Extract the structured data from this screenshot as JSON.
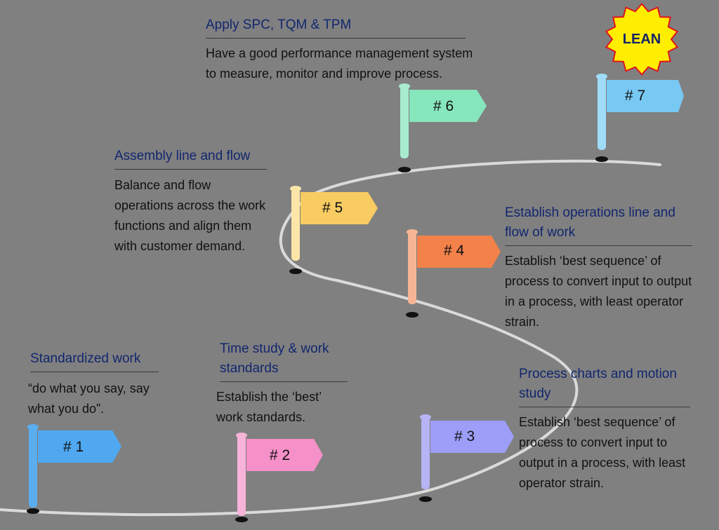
{
  "badge": {
    "text": "LEAN",
    "fill": "#ffee00",
    "stroke": "#e0141e"
  },
  "road_color": "#dadada",
  "steps": [
    {
      "flag_label": "# 1",
      "flag_color": "#4fa8f0",
      "pole_color": "#5aaef0",
      "title_lines": [
        "Standardized work"
      ],
      "desc_lines": [
        "“do what you say, say",
        "what you do”."
      ]
    },
    {
      "flag_label": "# 2",
      "flag_color": "#f690c8",
      "pole_color": "#f7b4d8",
      "title_lines": [
        "Time study & work",
        "standards"
      ],
      "desc_lines": [
        "Establish the ‘best’",
        "work standards."
      ]
    },
    {
      "flag_label": "# 3",
      "flag_color": "#9d9ef8",
      "pole_color": "#b6b4f5",
      "title_lines": [
        "Process charts and motion",
        "study"
      ],
      "desc_lines": [
        "Establish ‘best sequence’ of",
        "process to convert input to",
        "output in a process, with least",
        "operator strain."
      ]
    },
    {
      "flag_label": "# 4",
      "flag_color": "#f2814a",
      "pole_color": "#f7b596",
      "title_lines": [
        "Establish operations line and",
        "flow of work"
      ],
      "desc_lines": [
        "Establish ‘best sequence’ of",
        "process to convert input to output",
        "in a process, with least operator",
        "strain."
      ]
    },
    {
      "flag_label": "# 5",
      "flag_color": "#f8cc62",
      "pole_color": "#fbe6a8",
      "title_lines": [
        "Assembly line and flow"
      ],
      "desc_lines": [
        "Balance and flow",
        "operations across the work",
        "functions and align them",
        "with customer demand."
      ]
    },
    {
      "flag_label": "# 6",
      "flag_color": "#86e6bc",
      "pole_color": "#a8ecd0",
      "title_lines": [
        "Apply SPC, TQM & TPM"
      ],
      "desc_lines": [
        "Have a good performance management system",
        "to measure, monitor and improve process."
      ]
    },
    {
      "flag_label": "# 7",
      "flag_color": "#78c8f4",
      "pole_color": "#a0dcf8",
      "title_lines": [],
      "desc_lines": []
    }
  ]
}
